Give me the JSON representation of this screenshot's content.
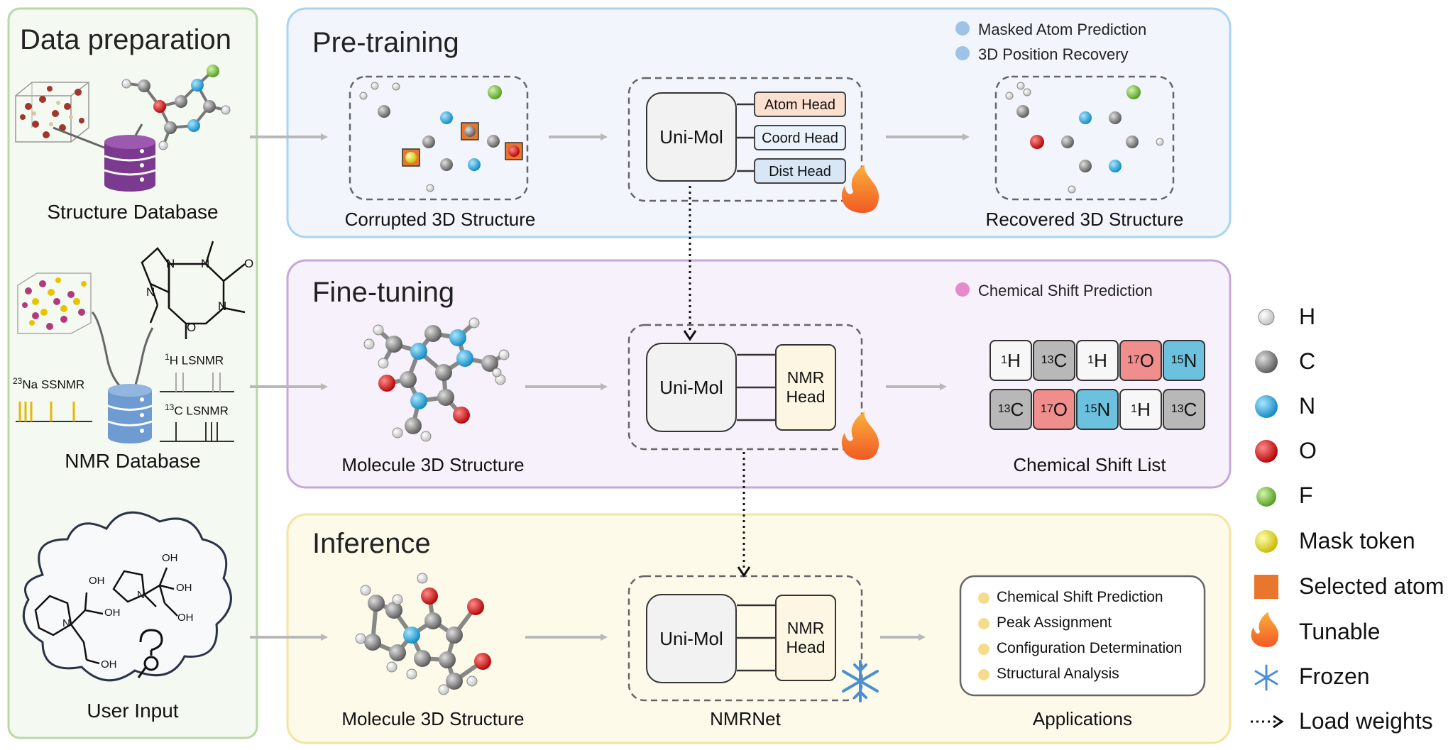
{
  "data_prep": {
    "title": "Data preparation",
    "structure_db": "Structure Database",
    "nmr_db": "NMR Database",
    "user_input": "User Input",
    "na_label_sup": "23",
    "na_label": "Na SSNMR",
    "h_label_sup": "1",
    "h_label": "H LSNMR",
    "c_label_sup": "13",
    "c_label": "C LSNMR",
    "mol_labels": {
      "oh1": "OH",
      "oh2": "OH",
      "oh3": "OH",
      "oh4": "OH",
      "oh5": "OH",
      "oh6": "OH",
      "n1": "N",
      "n2": "N",
      "n3": "N",
      "n4": "N",
      "n5": "N",
      "n6": "N",
      "o1": "O",
      "o2": "O"
    }
  },
  "pretraining": {
    "title": "Pre-training",
    "tasks": [
      "Masked Atom Prediction",
      "3D Position Recovery"
    ],
    "task_color": "#9ec3e6",
    "corrupted": "Corrupted 3D Structure",
    "recovered": "Recovered 3D Structure",
    "model": "Uni-Mol",
    "heads": [
      "Atom Head",
      "Coord Head",
      "Dist Head"
    ]
  },
  "finetuning": {
    "title": "Fine-tuning",
    "task": "Chemical Shift Prediction",
    "task_color": "#e48bcb",
    "molecule": "Molecule 3D Structure",
    "model": "Uni-Mol",
    "head_line1": "NMR",
    "head_line2": "Head",
    "shift_list_caption": "Chemical Shift List",
    "shift_rows": [
      [
        {
          "sup": "1",
          "el": "H",
          "color": "#f7f7f7"
        },
        {
          "sup": "13",
          "el": "C",
          "color": "#b8b8b8"
        },
        {
          "sup": "1",
          "el": "H",
          "color": "#f7f7f7"
        },
        {
          "sup": "17",
          "el": "O",
          "color": "#f08d8d"
        },
        {
          "sup": "15",
          "el": "N",
          "color": "#6cc2de"
        }
      ],
      [
        {
          "sup": "13",
          "el": "C",
          "color": "#b8b8b8"
        },
        {
          "sup": "17",
          "el": "O",
          "color": "#f08d8d"
        },
        {
          "sup": "15",
          "el": "N",
          "color": "#6cc2de"
        },
        {
          "sup": "1",
          "el": "H",
          "color": "#f7f7f7"
        },
        {
          "sup": "13",
          "el": "C",
          "color": "#b8b8b8"
        }
      ]
    ]
  },
  "inference": {
    "title": "Inference",
    "molecule": "Molecule 3D Structure",
    "model": "Uni-Mol",
    "head_line1": "NMR",
    "head_line2": "Head",
    "model_caption": "NMRNet",
    "applications_caption": "Applications",
    "applications": [
      "Chemical Shift Prediction",
      "Peak Assignment",
      "Configuration Determination",
      "Structural Analysis"
    ],
    "app_dot_color": "#f5dc8c"
  },
  "legend": [
    {
      "label": "H",
      "icon": "white-sphere"
    },
    {
      "label": "C",
      "icon": "gray-sphere"
    },
    {
      "label": "N",
      "icon": "cyan-sphere"
    },
    {
      "label": "O",
      "icon": "red-sphere"
    },
    {
      "label": "F",
      "icon": "green-sphere"
    },
    {
      "label": "Mask token",
      "icon": "yellow-sphere"
    },
    {
      "label": "Selected atom",
      "icon": "orange-square"
    },
    {
      "label": "Tunable",
      "icon": "flame-icon"
    },
    {
      "label": "Frozen",
      "icon": "snowflake-icon"
    },
    {
      "label": "Load weights",
      "icon": "dotted-arrow-icon"
    }
  ],
  "colors": {
    "data_prep_border": "#b7d9a8",
    "data_prep_bg": "#f4f9f1",
    "pretraining_border": "#a8d4f0",
    "pretraining_bg": "#f2f6fc",
    "finetuning_border": "#c4a8da",
    "finetuning_bg": "#f6f1fa",
    "inference_border": "#f5e3a0",
    "inference_bg": "#fefaea",
    "hydrogen": "#f4f4f4",
    "carbon": "#9a9a9a",
    "nitrogen": "#29a8df",
    "oxygen": "#e01a1a",
    "fluorine": "#7bc043",
    "mask": "#f2e600",
    "selected": "#e8762c"
  }
}
